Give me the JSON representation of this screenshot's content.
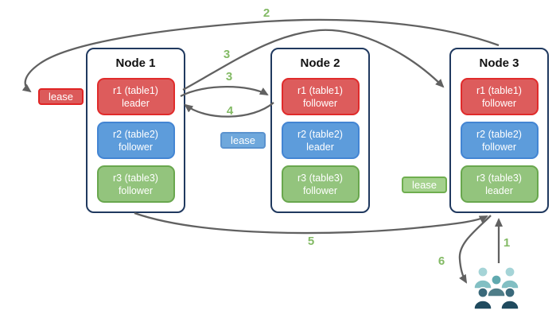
{
  "nodes": [
    {
      "title": "Node 1",
      "replicas": [
        {
          "name": "r1 (table1)",
          "role": "leader",
          "color": "red"
        },
        {
          "name": "r2 (table2)",
          "role": "follower",
          "color": "blue"
        },
        {
          "name": "r3 (table3)",
          "role": "follower",
          "color": "green"
        }
      ]
    },
    {
      "title": "Node 2",
      "replicas": [
        {
          "name": "r1 (table1)",
          "role": "follower",
          "color": "red"
        },
        {
          "name": "r2 (table2)",
          "role": "leader",
          "color": "blue"
        },
        {
          "name": "r3 (table3)",
          "role": "follower",
          "color": "green"
        }
      ]
    },
    {
      "title": "Node 3",
      "replicas": [
        {
          "name": "r1 (table1)",
          "role": "follower",
          "color": "red"
        },
        {
          "name": "r2 (table2)",
          "role": "follower",
          "color": "blue"
        },
        {
          "name": "r3 (table3)",
          "role": "leader",
          "color": "green"
        }
      ]
    }
  ],
  "leases": [
    {
      "label": "lease",
      "color": "red"
    },
    {
      "label": "lease",
      "color": "blue"
    },
    {
      "label": "lease",
      "color": "green"
    }
  ],
  "steps": {
    "s1": "1",
    "s2": "2",
    "s3a": "3",
    "s3b": "3",
    "s4": "4",
    "s5": "5",
    "s6": "6"
  },
  "icons": {
    "clients": "users-group-icon"
  },
  "colors": {
    "node_border": "#20395f",
    "replica_red_fill": "#dd5c5c",
    "replica_red_border": "#e02b2b",
    "replica_blue_fill": "#5d9cdb",
    "replica_blue_border": "#4385d3",
    "replica_green_fill": "#93c47d",
    "replica_green_border": "#69a74e",
    "lease_red_fill": "#dc5a5a",
    "lease_blue_fill": "#6fa8dc",
    "lease_green_fill": "#a4d18d",
    "arrow": "#616161",
    "step_label": "#83ba65",
    "clients_light": "#82bfc3",
    "clients_mid": "#4f7d88",
    "clients_dark": "#1f4a5e"
  }
}
